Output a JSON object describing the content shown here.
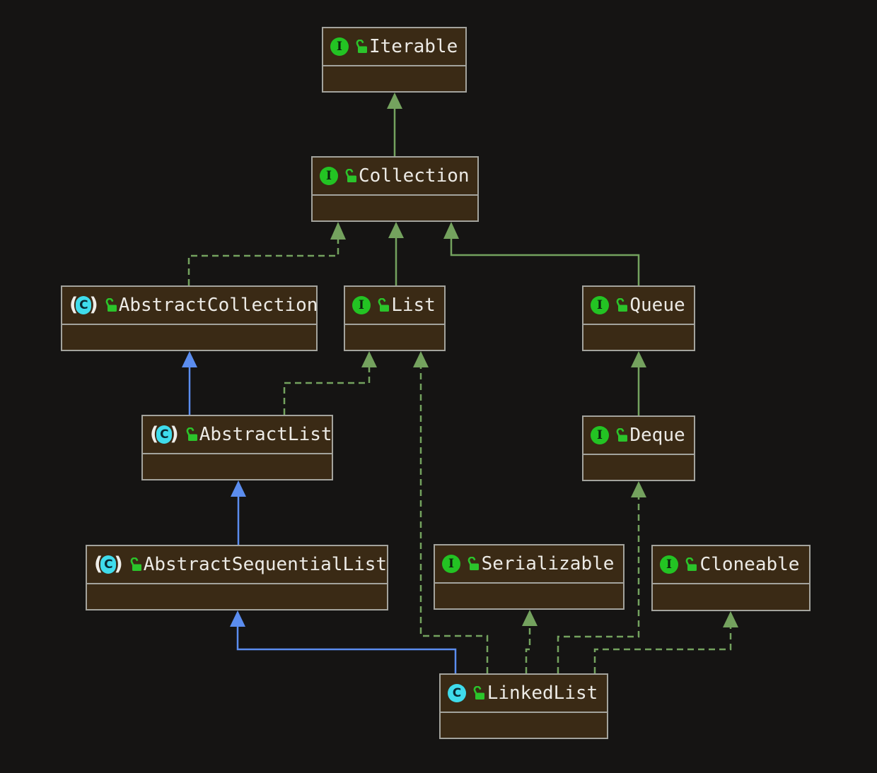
{
  "diagram": {
    "kind": "uml-class-diagram",
    "nodes": {
      "iterable": {
        "label": "Iterable",
        "stereotype": "interface"
      },
      "collection": {
        "label": "Collection",
        "stereotype": "interface"
      },
      "abstract_collection": {
        "label": "AbstractCollection",
        "stereotype": "abstract-class"
      },
      "list": {
        "label": "List",
        "stereotype": "interface"
      },
      "queue": {
        "label": "Queue",
        "stereotype": "interface"
      },
      "abstract_list": {
        "label": "AbstractList",
        "stereotype": "abstract-class"
      },
      "deque": {
        "label": "Deque",
        "stereotype": "interface"
      },
      "abstract_sequential_list": {
        "label": "AbstractSequentialList",
        "stereotype": "abstract-class"
      },
      "serializable": {
        "label": "Serializable",
        "stereotype": "interface"
      },
      "cloneable": {
        "label": "Cloneable",
        "stereotype": "interface"
      },
      "linked_list": {
        "label": "LinkedList",
        "stereotype": "class"
      }
    },
    "edges": [
      {
        "from": "Collection",
        "to": "Iterable",
        "relation": "extends",
        "line": "solid-green"
      },
      {
        "from": "List",
        "to": "Collection",
        "relation": "extends",
        "line": "solid-green"
      },
      {
        "from": "Queue",
        "to": "Collection",
        "relation": "extends",
        "line": "solid-green"
      },
      {
        "from": "AbstractCollection",
        "to": "Collection",
        "relation": "implements",
        "line": "dashed-green"
      },
      {
        "from": "AbstractList",
        "to": "AbstractCollection",
        "relation": "extends",
        "line": "solid-blue"
      },
      {
        "from": "AbstractList",
        "to": "List",
        "relation": "implements",
        "line": "dashed-green"
      },
      {
        "from": "Deque",
        "to": "Queue",
        "relation": "extends",
        "line": "solid-green"
      },
      {
        "from": "AbstractSequentialList",
        "to": "AbstractList",
        "relation": "extends",
        "line": "solid-blue"
      },
      {
        "from": "LinkedList",
        "to": "AbstractSequentialList",
        "relation": "extends",
        "line": "solid-blue"
      },
      {
        "from": "LinkedList",
        "to": "List",
        "relation": "implements",
        "line": "dashed-green"
      },
      {
        "from": "LinkedList",
        "to": "Serializable",
        "relation": "implements",
        "line": "dashed-green"
      },
      {
        "from": "LinkedList",
        "to": "Deque",
        "relation": "implements",
        "line": "dashed-green"
      },
      {
        "from": "LinkedList",
        "to": "Cloneable",
        "relation": "implements",
        "line": "dashed-green"
      }
    ],
    "colors": {
      "background": "#151413",
      "node_fill": "#3a2a15",
      "node_border": "#a3a39d",
      "node_text": "#eceae5",
      "interface_icon": "#23c323",
      "class_icon": "#3fdcec",
      "lock_icon": "#2bc42b",
      "green_edge": "#74a25e",
      "blue_edge": "#5b8def"
    }
  }
}
